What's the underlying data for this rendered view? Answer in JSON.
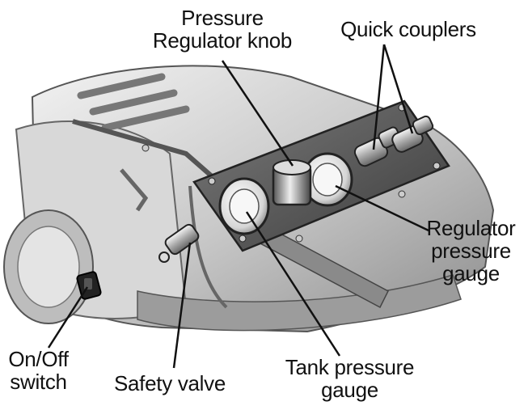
{
  "labels": {
    "pressure_regulator_knob": [
      "Pressure",
      "Regulator knob"
    ],
    "quick_couplers": [
      "Quick couplers"
    ],
    "regulator_pressure_gauge": [
      "Regulator",
      "pressure",
      "gauge"
    ],
    "tank_pressure_gauge": [
      "Tank pressure",
      "gauge"
    ],
    "safety_valve": [
      "Safety valve"
    ],
    "on_off_switch": [
      "On/Off",
      "switch"
    ]
  },
  "colors": {
    "line": "#111111",
    "machine_dark": "#4a4a4a",
    "machine_mid": "#9a9a9a",
    "machine_light": "#e6e6e6"
  }
}
